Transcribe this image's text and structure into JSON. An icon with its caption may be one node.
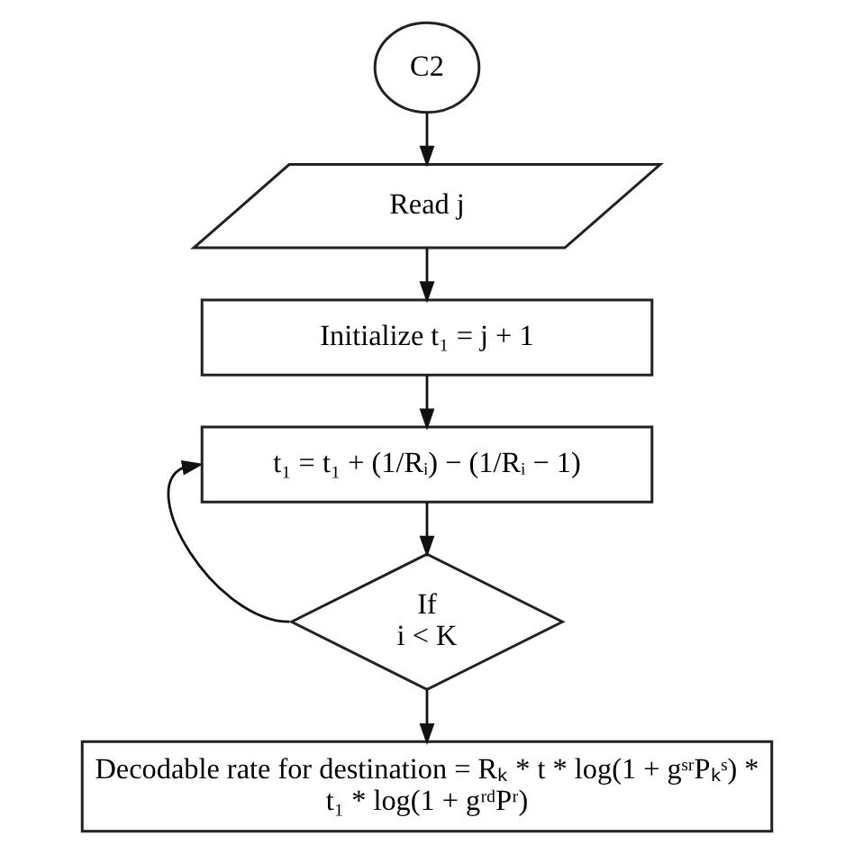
{
  "diagram": {
    "nodes": [
      {
        "text": [
          "C2"
        ]
      },
      {
        "text": [
          "Read j"
        ]
      },
      {
        "text": [
          "Initialize t₁ = j + 1"
        ]
      },
      {
        "text": [
          "t₁ = t₁ + (1/Rᵢ) − (1/Rᵢ − 1)"
        ]
      },
      {
        "text": [
          "If i < K"
        ]
      },
      {
        "text": [
          "Decodable rate for destination = Rₖ * t * log(1 + gˢʳPₖˢ) * t₁ * log(1 + gʳᵈPʳ)"
        ]
      }
    ],
    "edges": [
      {
        "from": 0,
        "to": 1,
        "arrow": "to"
      },
      {
        "from": 1,
        "to": 2,
        "arrow": "to"
      },
      {
        "from": 2,
        "to": 3,
        "arrow": "to"
      },
      {
        "from": 3,
        "to": 4,
        "arrow": "to"
      },
      {
        "from": 4,
        "to": 3,
        "arrow": "to"
      },
      {
        "from": 4,
        "to": 5,
        "arrow": "to"
      }
    ]
  }
}
